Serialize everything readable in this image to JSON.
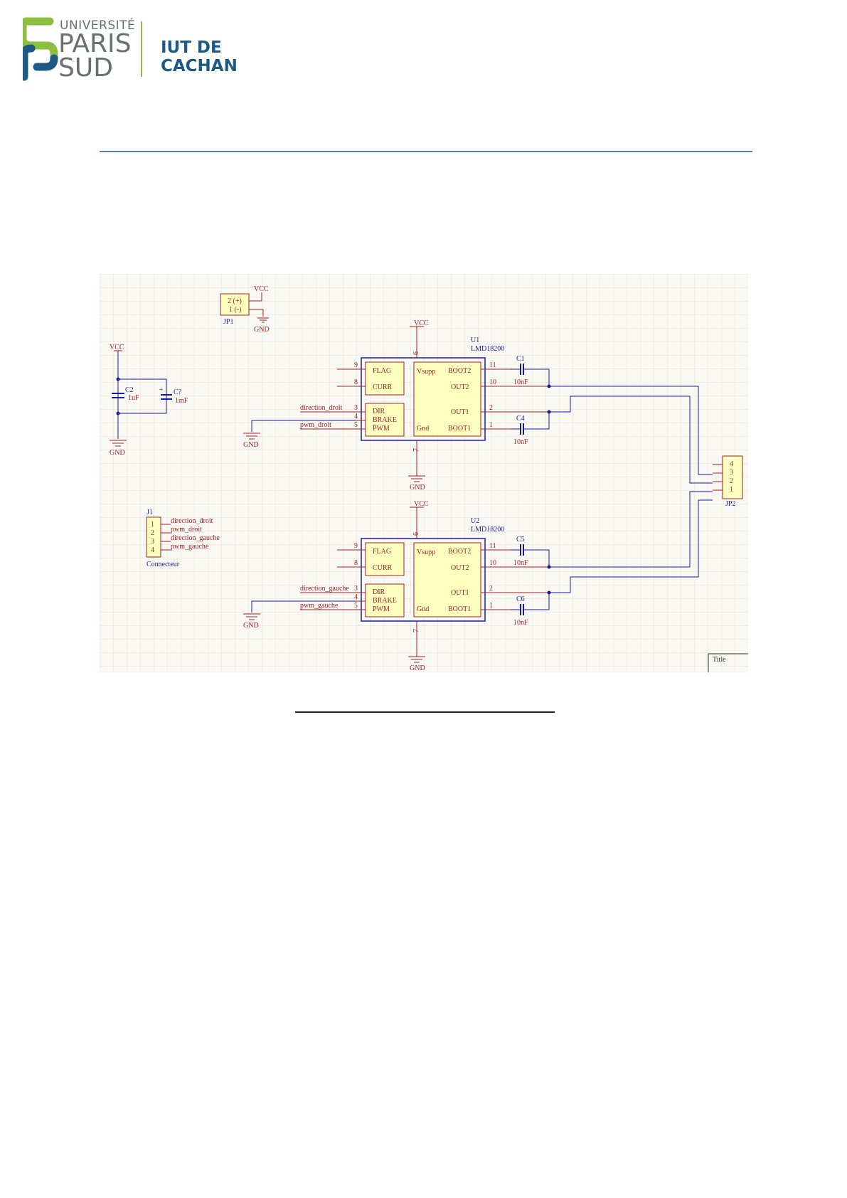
{
  "header": {
    "university_line1": "UNIVERSITÉ",
    "university_line2": "PARIS",
    "university_line3": "SUD",
    "institute": "IUT DE CACHAN"
  },
  "colors": {
    "logo_green": "#8cbf3f",
    "logo_blue": "#1f5a86",
    "rule": "#5b7fb5",
    "schematic_red": "#a0202a",
    "schematic_blue": "#1a1aa8",
    "component_fill": "#ffffc0"
  },
  "schematic": {
    "vcc": "VCC",
    "gnd": "GND",
    "jp1": {
      "ref": "JP1",
      "pin2": "2 (+)",
      "pin1": "1 (-)"
    },
    "c2": {
      "ref": "C2",
      "value": "1uF"
    },
    "cq": {
      "ref": "C?",
      "value": "1mF",
      "plus": "+"
    },
    "j1": {
      "ref": "J1",
      "name": "Connecteur",
      "pins": [
        "1",
        "2",
        "3",
        "4"
      ],
      "nets": [
        "direction_droit",
        "pwm_droit",
        "direction_gauche",
        "pwm_gauche"
      ]
    },
    "u1": {
      "ref": "U1",
      "part": "LMD18200",
      "dir_net": "direction_droit",
      "pwm_net": "pwm_droit",
      "caps": [
        {
          "ref": "C1",
          "value": "10nF"
        },
        {
          "ref": "C4",
          "value": "10nF"
        }
      ]
    },
    "u2": {
      "ref": "U2",
      "part": "LMD18200",
      "dir_net": "direction_gauche",
      "pwm_net": "pwm_gauche",
      "caps": [
        {
          "ref": "C5",
          "value": "10nF"
        },
        {
          "ref": "C6",
          "value": "10nF"
        }
      ]
    },
    "pins": {
      "flag": "FLAG",
      "curr": "CURR",
      "dir": "DIR",
      "brake": "BRAKE",
      "pwm": "PWM",
      "vsupp": "Vsupp",
      "boot2": "BOOT2",
      "out2": "OUT2",
      "out1": "OUT1",
      "gnd": "Gnd",
      "boot1": "BOOT1"
    },
    "pin_numbers": {
      "p9": "9",
      "p8": "8",
      "p3": "3",
      "p4": "4",
      "p5": "5",
      "p6": "6",
      "p7": "7",
      "p11": "11",
      "p10": "10",
      "p2": "2",
      "p1": "1"
    },
    "jp2": {
      "ref": "JP2",
      "pins": [
        "4",
        "3",
        "2",
        "1"
      ]
    },
    "title_block": "Title"
  }
}
